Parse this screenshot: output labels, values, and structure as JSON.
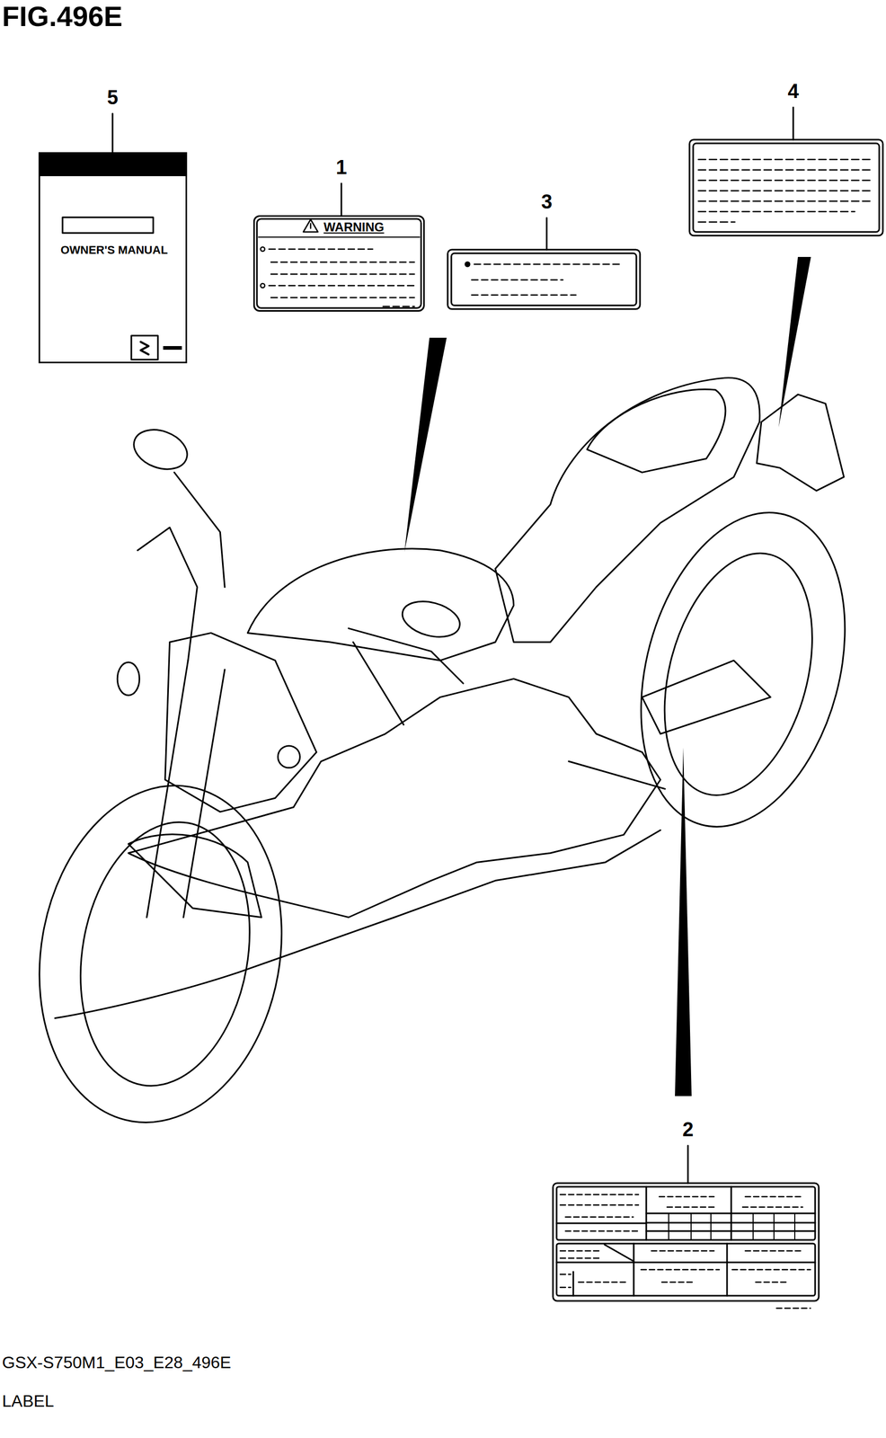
{
  "diagram": {
    "title": "FIG.496E",
    "nodes": [
      {
        "text": [
          "OWNER'S MANUAL"
        ]
      },
      {
        "text": [
          "WARNING"
        ]
      }
    ],
    "labels": [
      "5",
      "1",
      "3",
      "4",
      "2",
      "GSX-S750M1_E03_E28_496E",
      "LABEL"
    ]
  }
}
